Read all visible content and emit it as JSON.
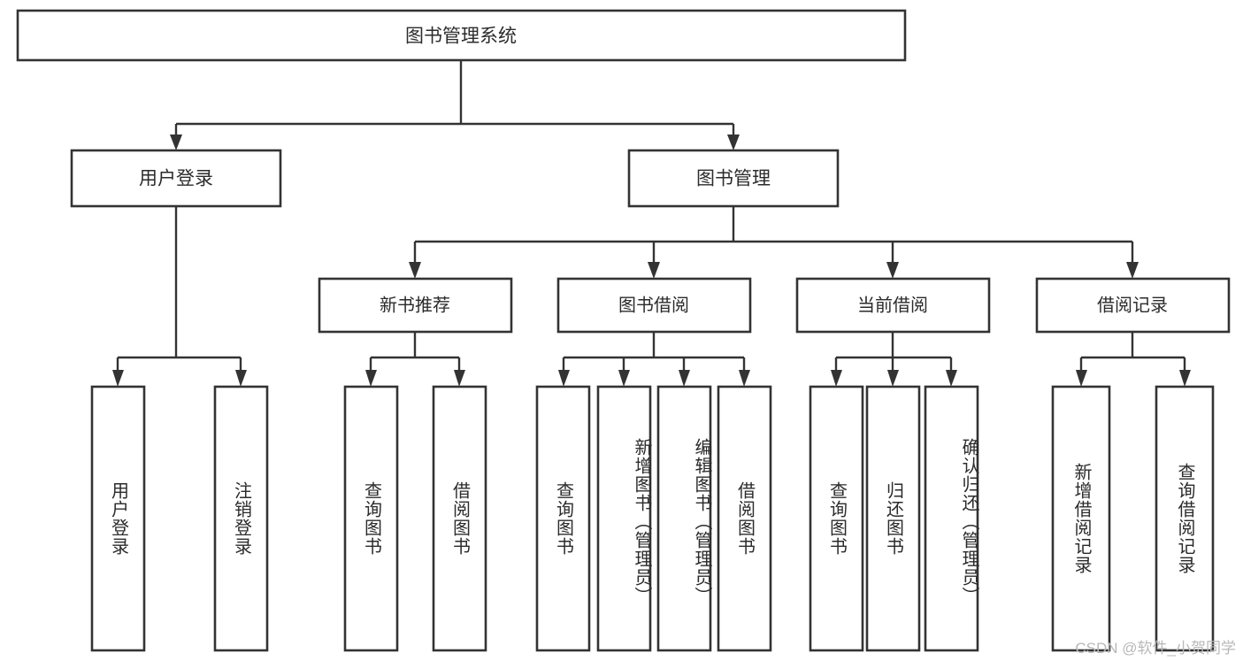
{
  "diagram": {
    "title": "图书管理系统",
    "type": "tree",
    "watermark": "CSDN @软件_小贺同学",
    "colors": {
      "box_fill": "#ffffff",
      "box_stroke": "#333333",
      "text": "#2b2b2b",
      "watermark": "#b8b8b8",
      "background": "#ffffff"
    },
    "root": {
      "label": "图书管理系统"
    },
    "level1": [
      {
        "label": "用户登录"
      },
      {
        "label": "图书管理"
      }
    ],
    "level2": [
      {
        "label": "新书推荐"
      },
      {
        "label": "图书借阅"
      },
      {
        "label": "当前借阅"
      },
      {
        "label": "借阅记录"
      }
    ],
    "leaves": {
      "user_login": [
        {
          "label": "用户登录"
        },
        {
          "label": "注销登录"
        }
      ],
      "new_book_recommend": [
        {
          "label": "查询图书"
        },
        {
          "label": "借阅图书"
        }
      ],
      "book_borrow": [
        {
          "label": "查询图书"
        },
        {
          "label": "新增图书（管理员）"
        },
        {
          "label": "编辑图书（管理员）"
        },
        {
          "label": "借阅图书"
        }
      ],
      "current_borrow": [
        {
          "label": "查询图书"
        },
        {
          "label": "归还图书"
        },
        {
          "label": "确认归还（管理员）"
        }
      ],
      "borrow_record": [
        {
          "label": "新增借阅记录"
        },
        {
          "label": "查询借阅记录"
        }
      ]
    }
  }
}
